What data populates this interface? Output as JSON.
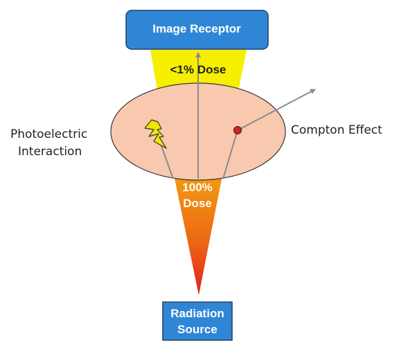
{
  "receptor": {
    "label": "Image Receptor"
  },
  "source": {
    "label_line1": "Radiation",
    "label_line2": "Source"
  },
  "dose_top": {
    "label": "<1% Dose"
  },
  "dose_bottom": {
    "label_line1": "100%",
    "label_line2": "Dose"
  },
  "photoelectric": {
    "label_line1": "Photoelectric",
    "label_line2": "Interaction"
  },
  "compton": {
    "label": "Compton Effect"
  },
  "colors": {
    "box_fill": "#2f86d6",
    "box_stroke": "#1f3f66",
    "ellipse_fill": "#f8c9ae",
    "ellipse_stroke": "#333333",
    "cone_top": "#f6ef00",
    "cone_top_mid": "#f39c12",
    "cone_bottom": "#e21f1f",
    "ray": "#8a8a8a",
    "compton_dot": "#c62828",
    "lightning": "#f2e600"
  }
}
